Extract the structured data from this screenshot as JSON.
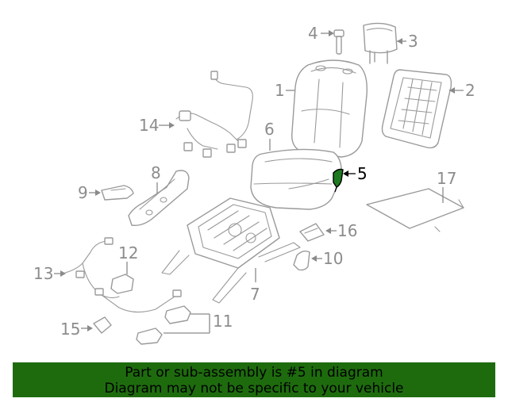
{
  "diagram": {
    "callouts": {
      "c1": "1",
      "c2": "2",
      "c3": "3",
      "c4": "4",
      "c5": "5",
      "c6": "6",
      "c7": "7",
      "c8": "8",
      "c9": "9",
      "c10": "10",
      "c11": "11",
      "c12": "12",
      "c13": "13",
      "c14": "14",
      "c15": "15",
      "c16": "16",
      "c17": "17"
    },
    "highlighted_part": "5",
    "highlight_color": "#1f7a1f",
    "line_color": "#9a9a9a"
  },
  "footer": {
    "line1": "Part or sub-assembly is #5 in diagram",
    "line2": "Diagram may not be specific to your vehicle",
    "background": "#1e6b0e"
  }
}
